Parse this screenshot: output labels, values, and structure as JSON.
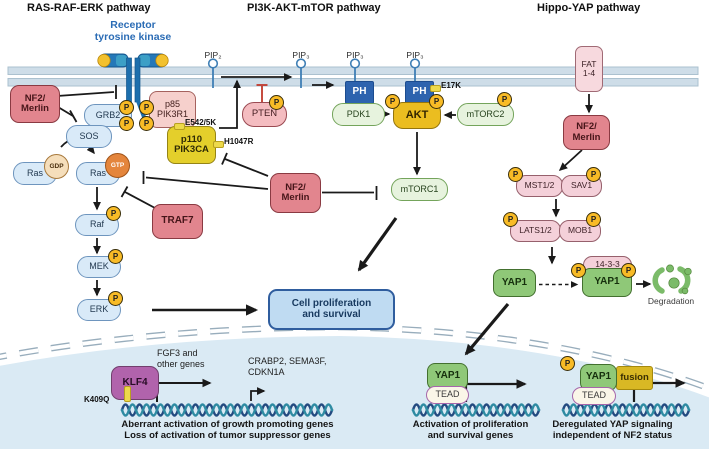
{
  "pathways": {
    "ras_title": "RAS-RAF-ERK pathway",
    "pi3k_title": "PI3K-AKT-mTOR pathway",
    "hippo_title": "Hippo-YAP pathway"
  },
  "badges": {
    "p": "P",
    "gdp": "GDP",
    "gtp": "GTP"
  },
  "membrane": {
    "pip2": "PIP₂",
    "pip3": "PIP₃"
  },
  "nodes": {
    "receptor": "Receptor\ntyrosine kinase",
    "nf2": "NF2/\nMerlin",
    "grb2": "GRB2",
    "sos": "SOS",
    "ras": "Ras",
    "raf": "Raf",
    "mek": "MEK",
    "erk": "ERK",
    "traf7": "TRAF7",
    "p85": "p85\nPIK3R1",
    "p110": "p110\nPIK3CA",
    "pten": "PTEN",
    "ph": "PH",
    "pdk1": "PDK1",
    "akt": "AKT",
    "mtorc2": "mTORC2",
    "mtorc1": "mTORC1",
    "cell_prolif": "Cell proliferation\nand survival",
    "fat": "FAT\n1-4",
    "mst": "MST1/2",
    "sav1": "SAV1",
    "lats": "LATS1/2",
    "mob1": "MOB1",
    "yap1": "YAP1",
    "s1433": "14-3-3",
    "degradation": "Degradation",
    "klf4": "KLF4",
    "tead": "TEAD",
    "fusion": "fusion"
  },
  "mutations": {
    "e542": "E542/5K",
    "h1047r": "H1047R",
    "e17k": "E17K",
    "k409q": "K409Q"
  },
  "genes": {
    "fgf3": "FGF3 and\nother genes",
    "crabp2": "CRABP2, SEMA3F,\nCDKN1A"
  },
  "captions": {
    "left": "Aberrant activation of growth promoting genes\nLoss of activation of tumor suppressor genes",
    "mid": "Activation of proliferation\nand survival genes",
    "right": "Deregulated YAP signaling\nindependent of NF2 status"
  },
  "colors": {
    "inhibitor_red": "#E2858E",
    "kinase_yellow": "#EBBD20",
    "yap_green": "#8FC878",
    "membrane_blue": "#CEDDE8",
    "nucleus_blue": "#DAEAF4",
    "phospho_yellow": "#F8BB26",
    "ph_domain_blue": "#2D63AE",
    "klf4_purple": "#B163AC",
    "red_inhibition_line": "#C0392B"
  }
}
